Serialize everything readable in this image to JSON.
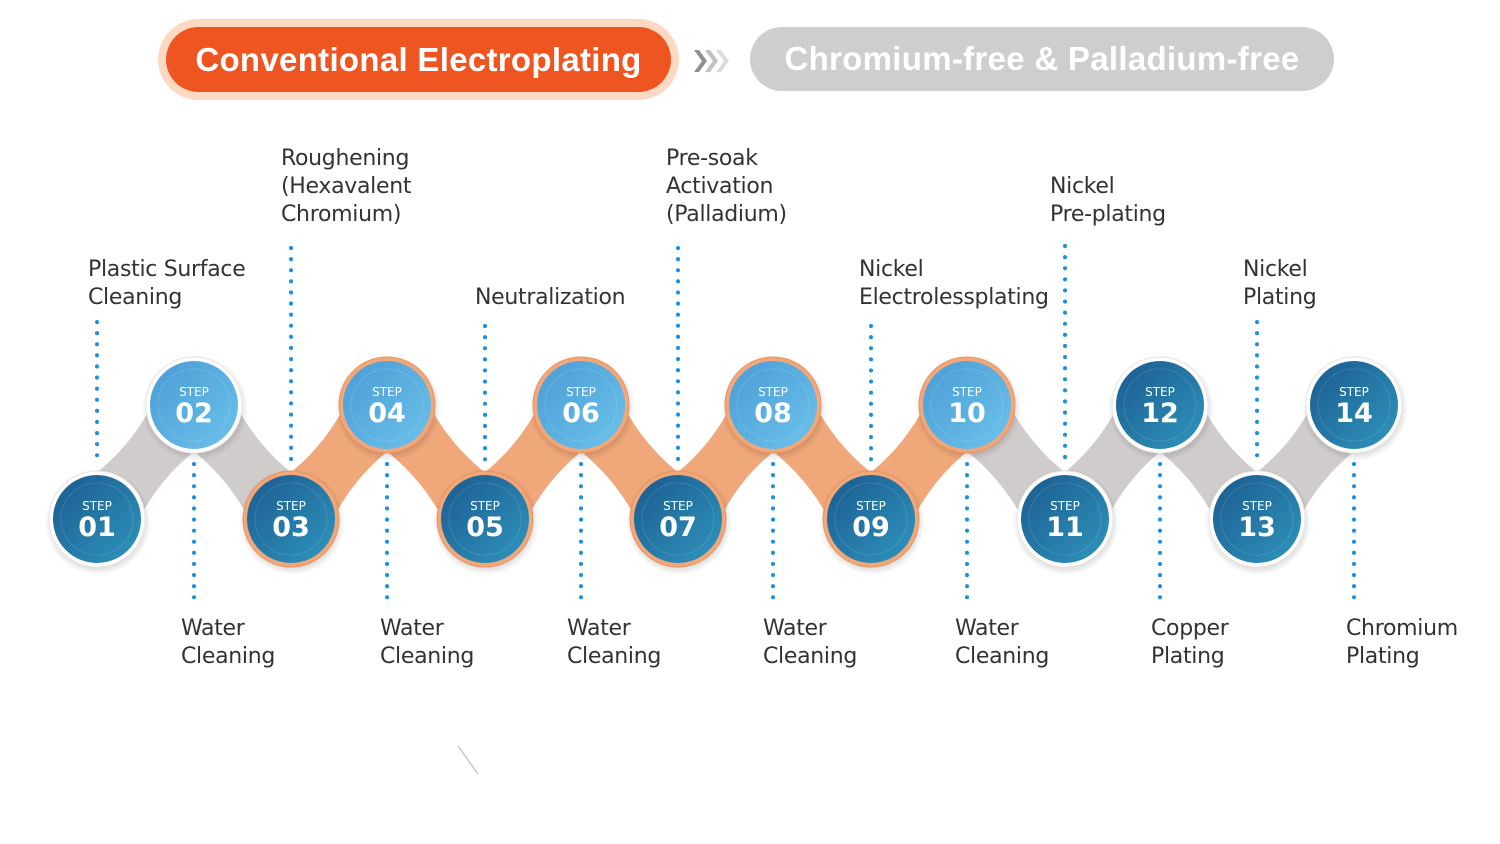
{
  "header": {
    "conventional_label": "Conventional Electroplating",
    "free_label": "Chromium-free & Palladium-free",
    "arrow_icon": "triple-chevron-right-icon"
  },
  "colors": {
    "conventional": "#ee5520",
    "conventional_halo": "#fbd9c2",
    "free": "#cfcecd",
    "connector_orange": "#f0a77a",
    "connector_gray": "#cfcccb",
    "dotted_line": "#1a8fe8",
    "step_top_light": "#5aaee0",
    "step_dark": "#1f6a9c",
    "label_text": "#333333"
  },
  "step_word": "STEP",
  "steps": [
    {
      "num": "01",
      "label": "Plastic Surface\nCleaning",
      "row": "bottom",
      "style": "dark",
      "ring": "white"
    },
    {
      "num": "02",
      "label": "Water\nCleaning",
      "row": "top",
      "style": "light",
      "ring": "white"
    },
    {
      "num": "03",
      "label": "Roughening\n(Hexavalent\nChromium)",
      "row": "bottom",
      "style": "dark",
      "ring": "orange"
    },
    {
      "num": "04",
      "label": "Water\nCleaning",
      "row": "top",
      "style": "light",
      "ring": "orange"
    },
    {
      "num": "05",
      "label": "Neutralization",
      "row": "bottom",
      "style": "dark",
      "ring": "orange"
    },
    {
      "num": "06",
      "label": "Water\nCleaning",
      "row": "top",
      "style": "light",
      "ring": "orange"
    },
    {
      "num": "07",
      "label": "Pre-soak\nActivation\n(Palladium)",
      "row": "bottom",
      "style": "dark",
      "ring": "orange"
    },
    {
      "num": "08",
      "label": "Water\nCleaning",
      "row": "top",
      "style": "light",
      "ring": "orange"
    },
    {
      "num": "09",
      "label": "Nickel\nElectrolessplating",
      "row": "bottom",
      "style": "dark",
      "ring": "orange"
    },
    {
      "num": "10",
      "label": "Water\nCleaning",
      "row": "top",
      "style": "light",
      "ring": "orange"
    },
    {
      "num": "11",
      "label": "Nickel\nPre-plating",
      "row": "bottom",
      "style": "dark",
      "ring": "white"
    },
    {
      "num": "12",
      "label": "Copper\nPlating",
      "row": "top",
      "style": "dark",
      "ring": "white"
    },
    {
      "num": "13",
      "label": "Nickel\nPlating",
      "row": "bottom",
      "style": "dark",
      "ring": "white"
    },
    {
      "num": "14",
      "label": "Chromium\nPlating",
      "row": "top",
      "style": "dark",
      "ring": "white"
    }
  ],
  "connectors": [
    {
      "from": "01",
      "to": "02",
      "color": "gray"
    },
    {
      "from": "02",
      "to": "03",
      "color": "gray"
    },
    {
      "from": "03",
      "to": "04",
      "color": "orange"
    },
    {
      "from": "04",
      "to": "05",
      "color": "orange"
    },
    {
      "from": "05",
      "to": "06",
      "color": "orange"
    },
    {
      "from": "06",
      "to": "07",
      "color": "orange"
    },
    {
      "from": "07",
      "to": "08",
      "color": "orange"
    },
    {
      "from": "08",
      "to": "09",
      "color": "orange"
    },
    {
      "from": "09",
      "to": "10",
      "color": "orange"
    },
    {
      "from": "10",
      "to": "11",
      "color": "gray"
    },
    {
      "from": "11",
      "to": "12",
      "color": "gray"
    },
    {
      "from": "12",
      "to": "13",
      "color": "gray"
    },
    {
      "from": "13",
      "to": "14",
      "color": "gray"
    }
  ]
}
